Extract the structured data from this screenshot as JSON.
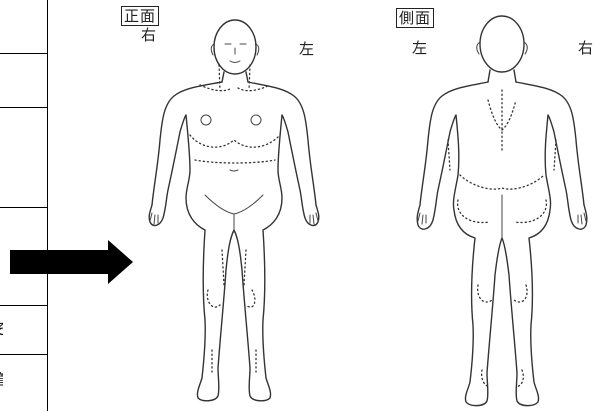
{
  "left_table": {
    "fragments": [
      {
        "text": "そ"
      },
      {
        "text": "道"
      }
    ]
  },
  "front_view": {
    "title": "正面",
    "right_label": "右",
    "left_label": "左"
  },
  "back_view": {
    "title": "側面",
    "left_label": "左",
    "right_label": "右"
  }
}
